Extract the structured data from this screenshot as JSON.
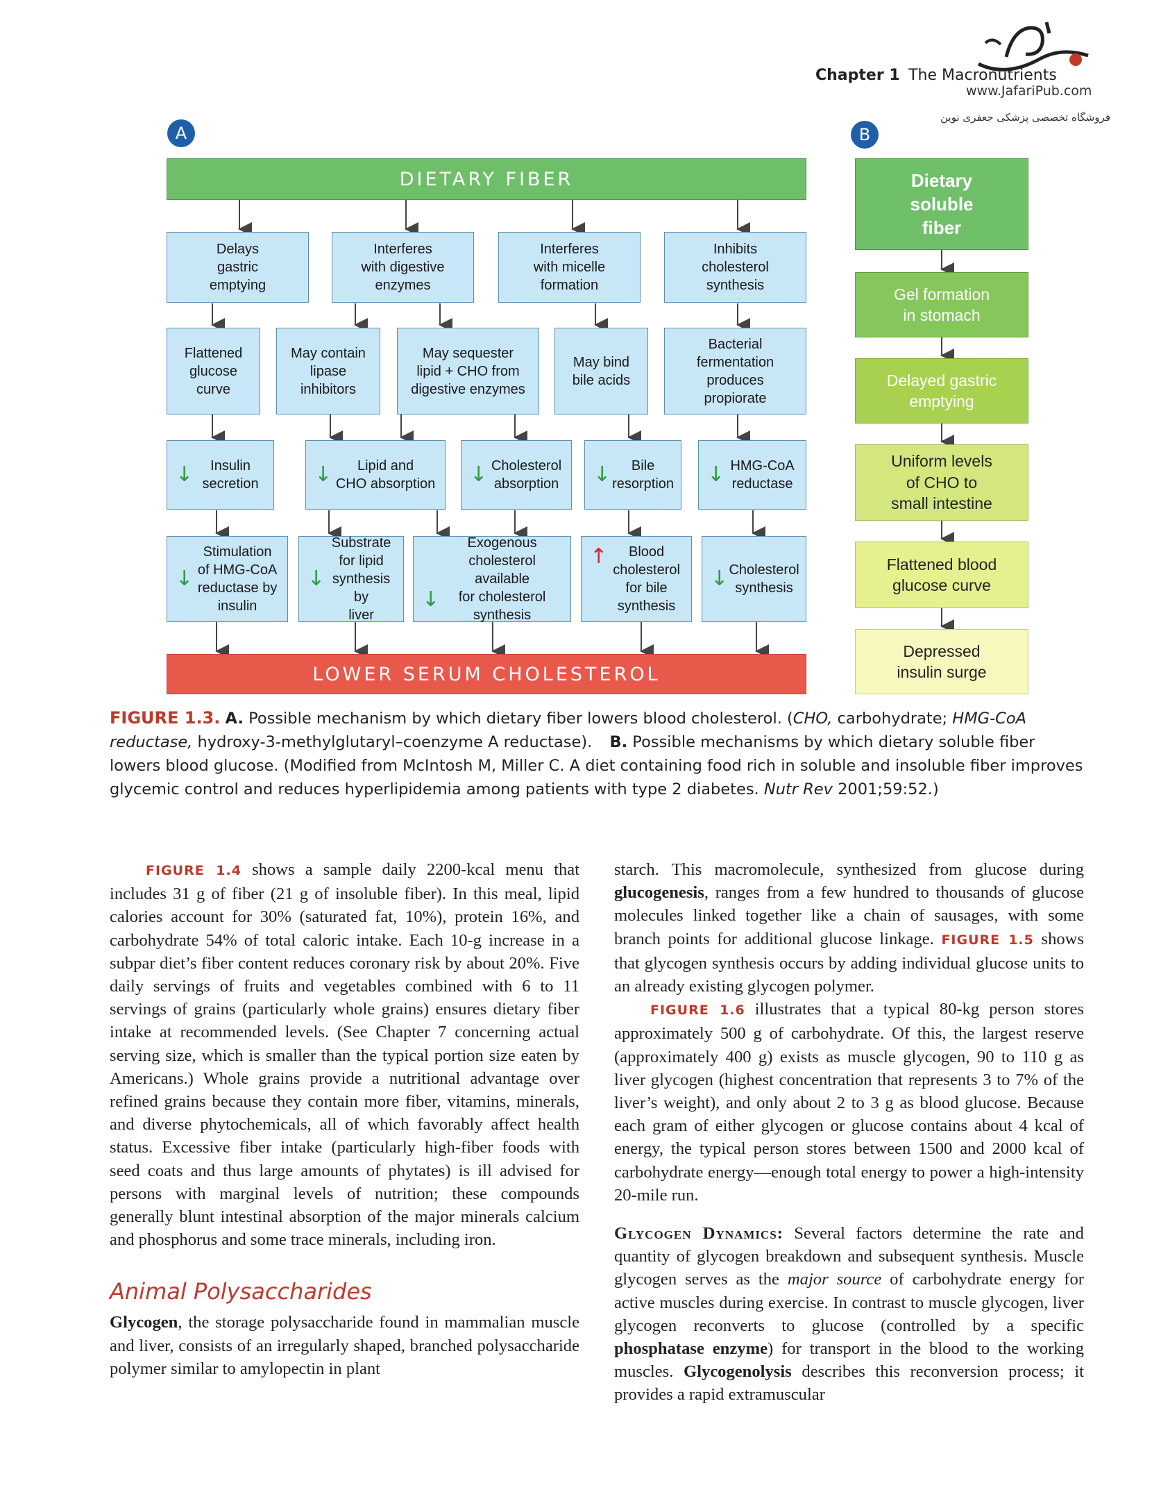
{
  "header": {
    "chapter_label": "Chapter 1",
    "chapter_title": "The Macronutrients",
    "site": "www.JafariPub.com",
    "publisher_fa": "فروشگاه تخصصی پزشکی جعفری نوین",
    "logo": "jafari-logo"
  },
  "figure": {
    "panel_a": {
      "badge": "A",
      "top_bar": "DIETARY FIBER",
      "bottom_bar": "LOWER SERUM CHOLESTEROL",
      "row1": [
        "Delays\ngastric\nemptying",
        "Interferes\nwith digestive\nenzymes",
        "Interferes\nwith micelle\nformation",
        "Inhibits\ncholesterol\nsynthesis"
      ],
      "row2": [
        "Flattened\nglucose\ncurve",
        "May contain\nlipase\ninhibitors",
        "May sequester\nlipid + CHO from\ndigestive enzymes",
        "May bind\nbile acids",
        "Bacterial\nfermentation\nproduces\npropiorate"
      ],
      "row3": [
        "Insulin\nsecretion",
        "Lipid and\nCHO absorption",
        "Cholesterol\nabsorption",
        "Bile\nresorption",
        "HMG-CoA\nreductase"
      ],
      "row4": [
        "Stimulation\nof HMG-CoA\nreductase by\ninsulin",
        "Substrate\nfor lipid\nsynthesis by\nliver",
        "Exogenous\ncholesterol available\nfor cholesterol\nsynthesis",
        "Blood\ncholesterol\nfor bile\nsynthesis",
        "Cholesterol\nsynthesis"
      ],
      "arrow_up_symbol": "↑",
      "arrow_down_symbol": "↓"
    },
    "panel_b": {
      "badge": "B",
      "boxes": [
        "Dietary\nsoluble\nfiber",
        "Gel formation\nin stomach",
        "Delayed gastric\nemptying",
        "Uniform levels\nof CHO to\nsmall intestine",
        "Flattened blood\nglucose curve",
        "Depressed\ninsulin surge"
      ],
      "colors": [
        "#70c06a",
        "#86c75c",
        "#a7d14f",
        "#d3e77e",
        "#e6f08f",
        "#f7f8bd"
      ]
    },
    "caption": {
      "label": "FIGURE 1.3.",
      "a_label": "A.",
      "a_text": " Possible mechanism by which dietary fiber lowers blood cholesterol. (",
      "cho": "CHO,",
      "cho_def": " carbohydrate; ",
      "hmg": "HMG-CoA reductase,",
      "hmg_def": " hydroxy-3-methylglutaryl–coenzyme A reductase).",
      "b_label": "B.",
      "b_text": " Possible mechanisms by which dietary soluble fiber lowers blood glucose. (Modified from McIntosh M, Miller C. A diet containing food rich in soluble and insoluble fiber improves glycemic control and reduces hyperlipidemia among patients with type 2 diabetes. ",
      "journal": "Nutr Rev",
      "cite": " 2001;59:52.)"
    }
  },
  "body": {
    "left": {
      "p1_ref": "FIGURE 1.4",
      "p1": " shows a sample daily 2200-kcal menu that includes 31 g of fiber (21 g of insoluble fiber). In this meal, lipid calories account for 30% (saturated fat, 10%), protein 16%, and carbohydrate 54% of total caloric intake. Each 10-g increase in a subpar diet’s fiber content reduces coronary risk by about 20%. Five daily servings of fruits and vegetables combined with 6 to 11 servings of grains (particularly whole grains) ensures dietary fiber intake at recommended levels. (See Chapter 7 concerning actual serving size, which is smaller than the typical portion size eaten by Americans.) Whole grains provide a nutritional advantage over refined grains because they contain more fiber, vitamins, minerals, and diverse phytochemicals, all of which favorably affect health status. Excessive fiber intake (particularly high-fiber foods with seed coats and thus large amounts of phytates) is ill advised for persons with marginal levels of nutrition; these compounds generally blunt intestinal absorption of the major minerals calcium and phosphorus and some trace minerals, including iron.",
      "heading": "Animal Polysaccharides",
      "p2_term": "Glycogen",
      "p2": ", the storage polysaccharide found in mammalian muscle and liver, consists of an irregularly shaped, branched polysaccharide polymer similar to amylopectin in plant"
    },
    "right": {
      "p1a": "starch. This macromolecule, synthesized from glucose during ",
      "p1_term": "glucogenesis",
      "p1b": ", ranges from a few hundred to thousands of glucose molecules linked together like a chain of sausages, with some branch points for additional glucose linkage. ",
      "p1_ref": "FIGURE 1.5",
      "p1c": " shows that glycogen synthesis occurs by adding individual glucose units to an already existing glycogen polymer.",
      "p2_ref": "FIGURE 1.6",
      "p2": " illustrates that a typical 80-kg person stores approximately 500 g of carbohydrate. Of this, the largest reserve (approximately 400 g) exists as muscle glycogen, 90 to 110 g as liver glycogen (highest concentration that represents 3 to 7% of the liver’s weight), and only about 2 to 3 g as blood glucose. Because each gram of either glycogen or glucose contains about 4 kcal of energy, the typical person stores between 1500 and 2000 kcal of carbohydrate energy—enough total energy to power a high-intensity 20-mile run.",
      "p3_head": "Glycogen Dynamics:",
      "p3a": " Several factors determine the rate and quantity of glycogen breakdown and subsequent synthesis. Muscle glycogen serves as the ",
      "p3_em": "major source",
      "p3b": " of carbohydrate energy for active muscles during exercise. In contrast to muscle glycogen, liver glycogen reconverts to glucose (controlled by a specific ",
      "p3_term": "phosphatase enzyme",
      "p3c": ") for transport in the blood to the working muscles. ",
      "p3_term2": "Glycogenolysis",
      "p3d": " describes this reconversion process; it provides a rapid extramuscular"
    }
  }
}
